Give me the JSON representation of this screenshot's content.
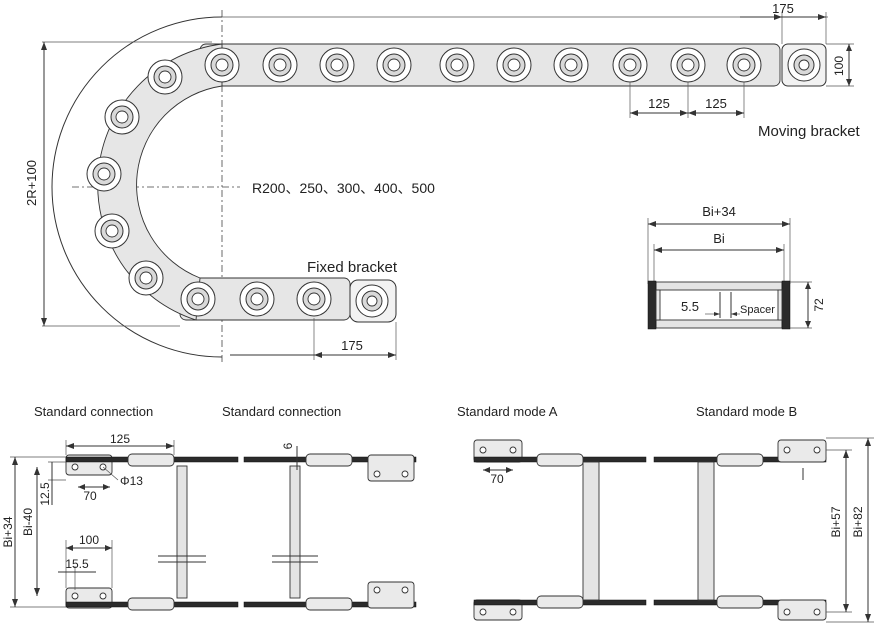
{
  "labels": {
    "dim_top": "175",
    "dim_height": "100",
    "dim_pitch_a": "125",
    "dim_pitch_b": "125",
    "moving_bracket": "Moving bracket",
    "radius": "R200、250、300、400、500",
    "two_r": "2R+100",
    "fixed_bracket": "Fixed bracket",
    "dim_bottom": "175",
    "bi34_top": "Bi+34",
    "bi_top": "Bi",
    "gap": "5.5",
    "spacer": "Spacer",
    "section_h": "72"
  },
  "views": {
    "std1": {
      "title": "Standard connection",
      "d125": "125",
      "d70": "70",
      "phi": "Φ13",
      "d12_5": "12.5",
      "bi34": "Bi+34",
      "bi40": "Bi-40",
      "d100": "100",
      "d15_5": "15.5"
    },
    "std2": {
      "title": "Standard connection",
      "d6": "6"
    },
    "modeA": {
      "title": "Standard mode A",
      "d70": "70"
    },
    "modeB": {
      "title": "Standard mode B",
      "bi57": "Bi+57",
      "bi82": "Bi+82"
    }
  }
}
